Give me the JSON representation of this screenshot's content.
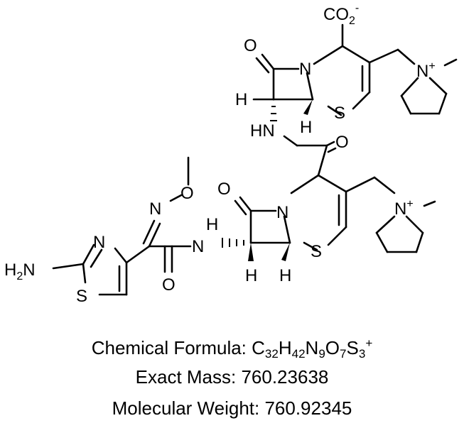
{
  "structure": {
    "atom_labels": {
      "carboxylate": "CO",
      "carboxylate_sub": "2",
      "carboxylate_charge": "-",
      "n_plus_top": "N",
      "n_plus_top_charge": "+",
      "n_plus_bottom": "N",
      "n_plus_bottom_charge": "+",
      "o_top_lactam": "O",
      "n_top_ring": "N",
      "h_top_left": "H",
      "s_top_ring": "S",
      "h_top_bridge": "H",
      "hn_amide": "HN",
      "o_amide": "O",
      "o_bottom_lactam": "O",
      "n_bottom_ring": "N",
      "s_bottom_ring": "S",
      "h_bottom_left": "H",
      "h_bottom_right": "H",
      "nh_n": "N",
      "nh_h": "H",
      "o_oxime_amide": "O",
      "n_oxime": "N",
      "o_methoxy": "O",
      "h2n_h": "H",
      "h2n_sub": "2",
      "h2n_n": "N",
      "n_thiazole": "N",
      "s_thiazole": "S"
    }
  },
  "caption": {
    "formula_label": "Chemical Formula: ",
    "formula": {
      "c": "C",
      "c_n": "32",
      "h": "H",
      "h_n": "42",
      "n": "N",
      "n_n": "9",
      "o": "O",
      "o_n": "7",
      "s": "S",
      "s_n": "3",
      "charge": "+"
    },
    "exact_mass": "Exact Mass: 760.23638",
    "molecular_weight": "Molecular Weight: 760.92345"
  }
}
